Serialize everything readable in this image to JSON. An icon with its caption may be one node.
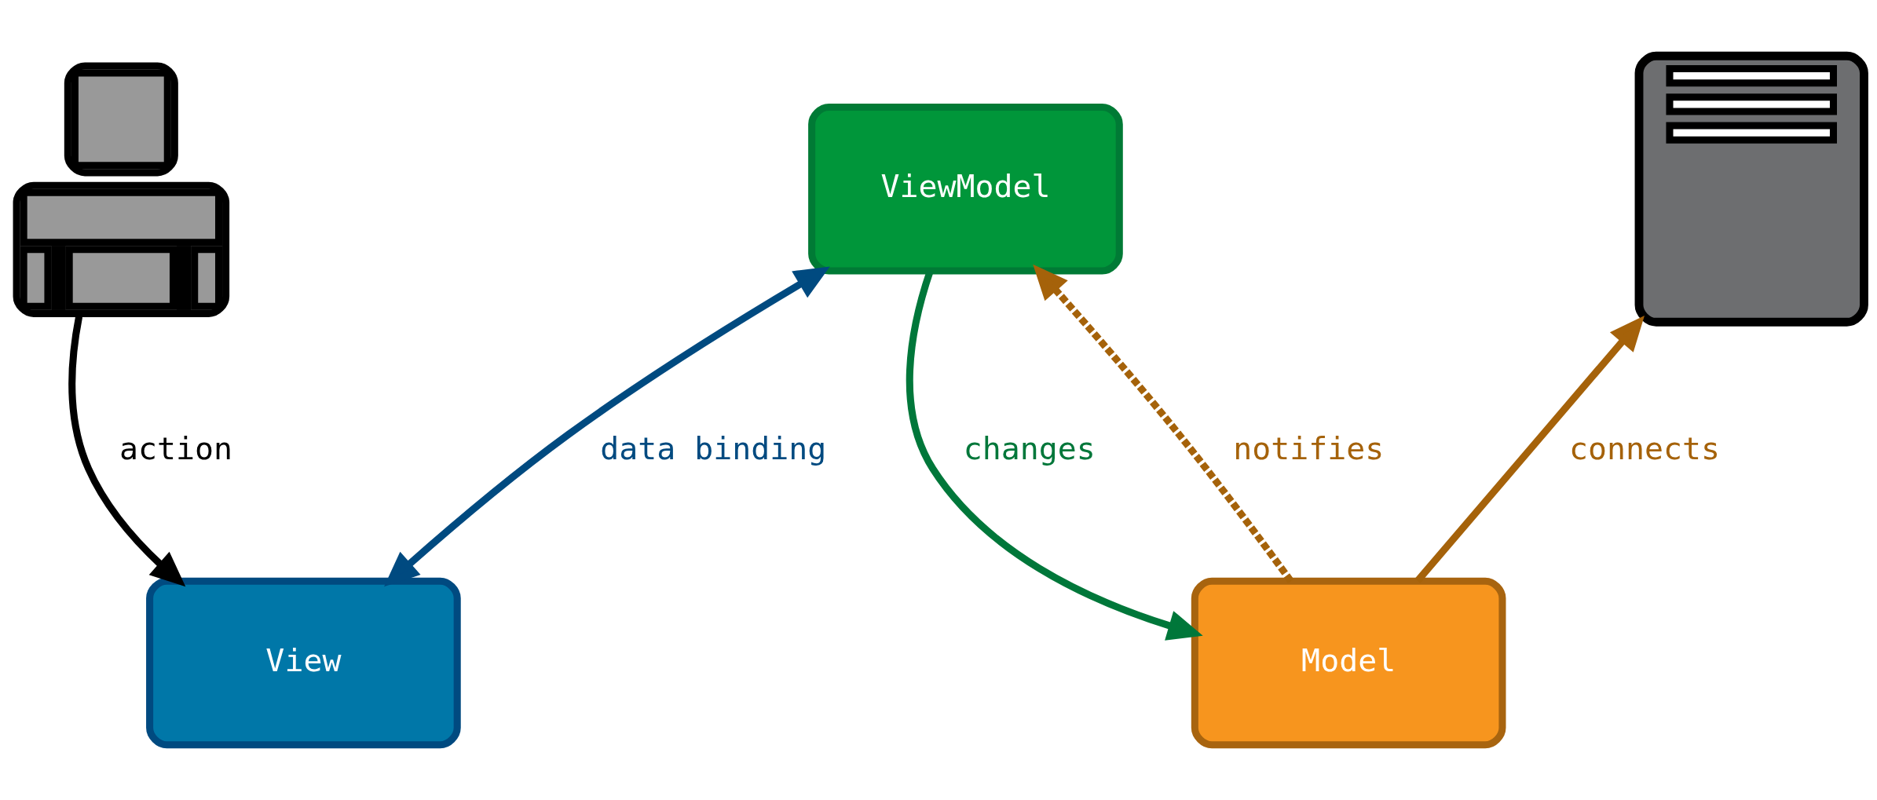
{
  "diagram": {
    "nodes": [
      {
        "text": [],
        "shape": "person"
      },
      {
        "text": [
          "View"
        ]
      },
      {
        "text": [
          "ViewModel"
        ]
      },
      {
        "text": [
          "Model"
        ]
      },
      {
        "text": [],
        "shape": "server"
      }
    ],
    "edges": [
      {
        "from": 0,
        "to": 1,
        "arrow": "to",
        "label": "action",
        "color": "#000000"
      },
      {
        "from": 2,
        "to": 1,
        "arrow": "both",
        "label": "data binding",
        "color": "#004a80"
      },
      {
        "from": 2,
        "to": 3,
        "arrow": "to",
        "label": "changes",
        "color": "#00773a"
      },
      {
        "from": 3,
        "to": 2,
        "arrow": "to",
        "label": "notifies",
        "style": "dashed",
        "color": "#a5620a"
      },
      {
        "from": 3,
        "to": 4,
        "arrow": "to",
        "label": "connects",
        "color": "#a5620a"
      }
    ]
  }
}
